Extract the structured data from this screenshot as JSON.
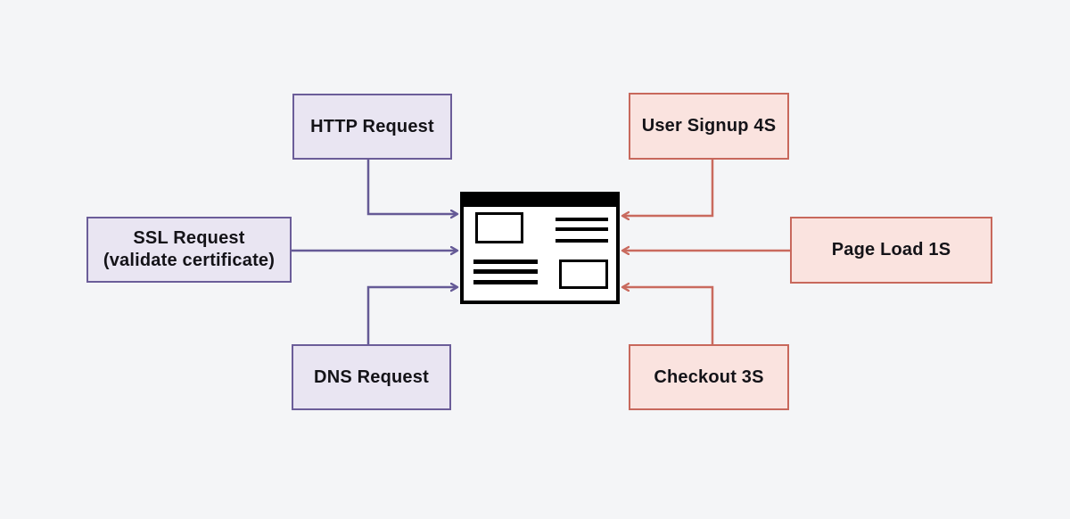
{
  "diagram": {
    "description": "Browser request flow and page timing diagram",
    "background_color": "#F4F5F7",
    "request_boxes": [
      {
        "id": "http",
        "line1": "HTTP Request",
        "line2": ""
      },
      {
        "id": "ssl",
        "line1": "SSL Request",
        "line2": "(validate certificate)"
      },
      {
        "id": "dns",
        "line1": "DNS Request",
        "line2": ""
      }
    ],
    "timing_boxes": [
      {
        "id": "user-signup",
        "line1": "User Signup 4S"
      },
      {
        "id": "page-load",
        "line1": "Page Load 1S"
      },
      {
        "id": "checkout",
        "line1": "Checkout 3S"
      }
    ],
    "center_icon": "browser-window-icon",
    "connections": [
      {
        "from": "HTTP Request",
        "to": "browser",
        "side": "left"
      },
      {
        "from": "SSL Request (validate certificate)",
        "to": "browser",
        "side": "left"
      },
      {
        "from": "DNS Request",
        "to": "browser",
        "side": "left"
      },
      {
        "from": "User Signup 4S",
        "to": "browser",
        "side": "right"
      },
      {
        "from": "Page Load 1S",
        "to": "browser",
        "side": "right"
      },
      {
        "from": "Checkout 3S",
        "to": "browser",
        "side": "right"
      }
    ],
    "colors": {
      "purple_box_fill": "#E9E5F2",
      "purple_box_border": "#6B5D99",
      "purple_connector": "#655A96",
      "red_box_fill": "#FAE3DF",
      "red_box_border": "#C8685C",
      "red_connector": "#C96A5E",
      "text": "#141318",
      "icon": "#000000"
    }
  }
}
